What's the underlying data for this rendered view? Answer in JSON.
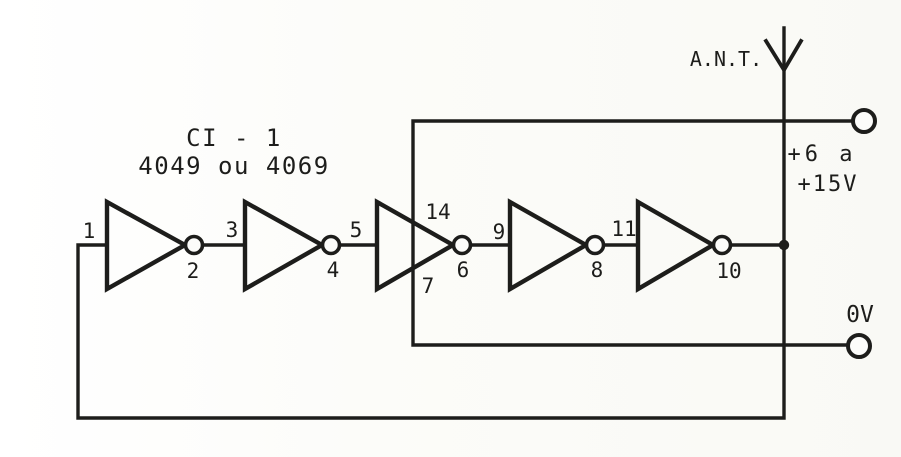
{
  "figure": {
    "title_line1": "CI - 1",
    "title_line2": "4049 ou 4069",
    "antenna_label": "A.N.T.",
    "supply_range_line1": "+6 a",
    "supply_range_line2": "+15V",
    "ground_label": "0V"
  },
  "colors": {
    "ink": "#1d1d1b",
    "paper": "#fcfcfa"
  },
  "gates": [
    {
      "input_pin": "1",
      "output_pin": "2"
    },
    {
      "input_pin": "3",
      "output_pin": "4"
    },
    {
      "input_pin": "5",
      "output_pin": "6",
      "supply_pin": "14",
      "ground_pin": "7"
    },
    {
      "input_pin": "9",
      "output_pin": "8"
    },
    {
      "input_pin": "11",
      "output_pin": "10"
    }
  ]
}
